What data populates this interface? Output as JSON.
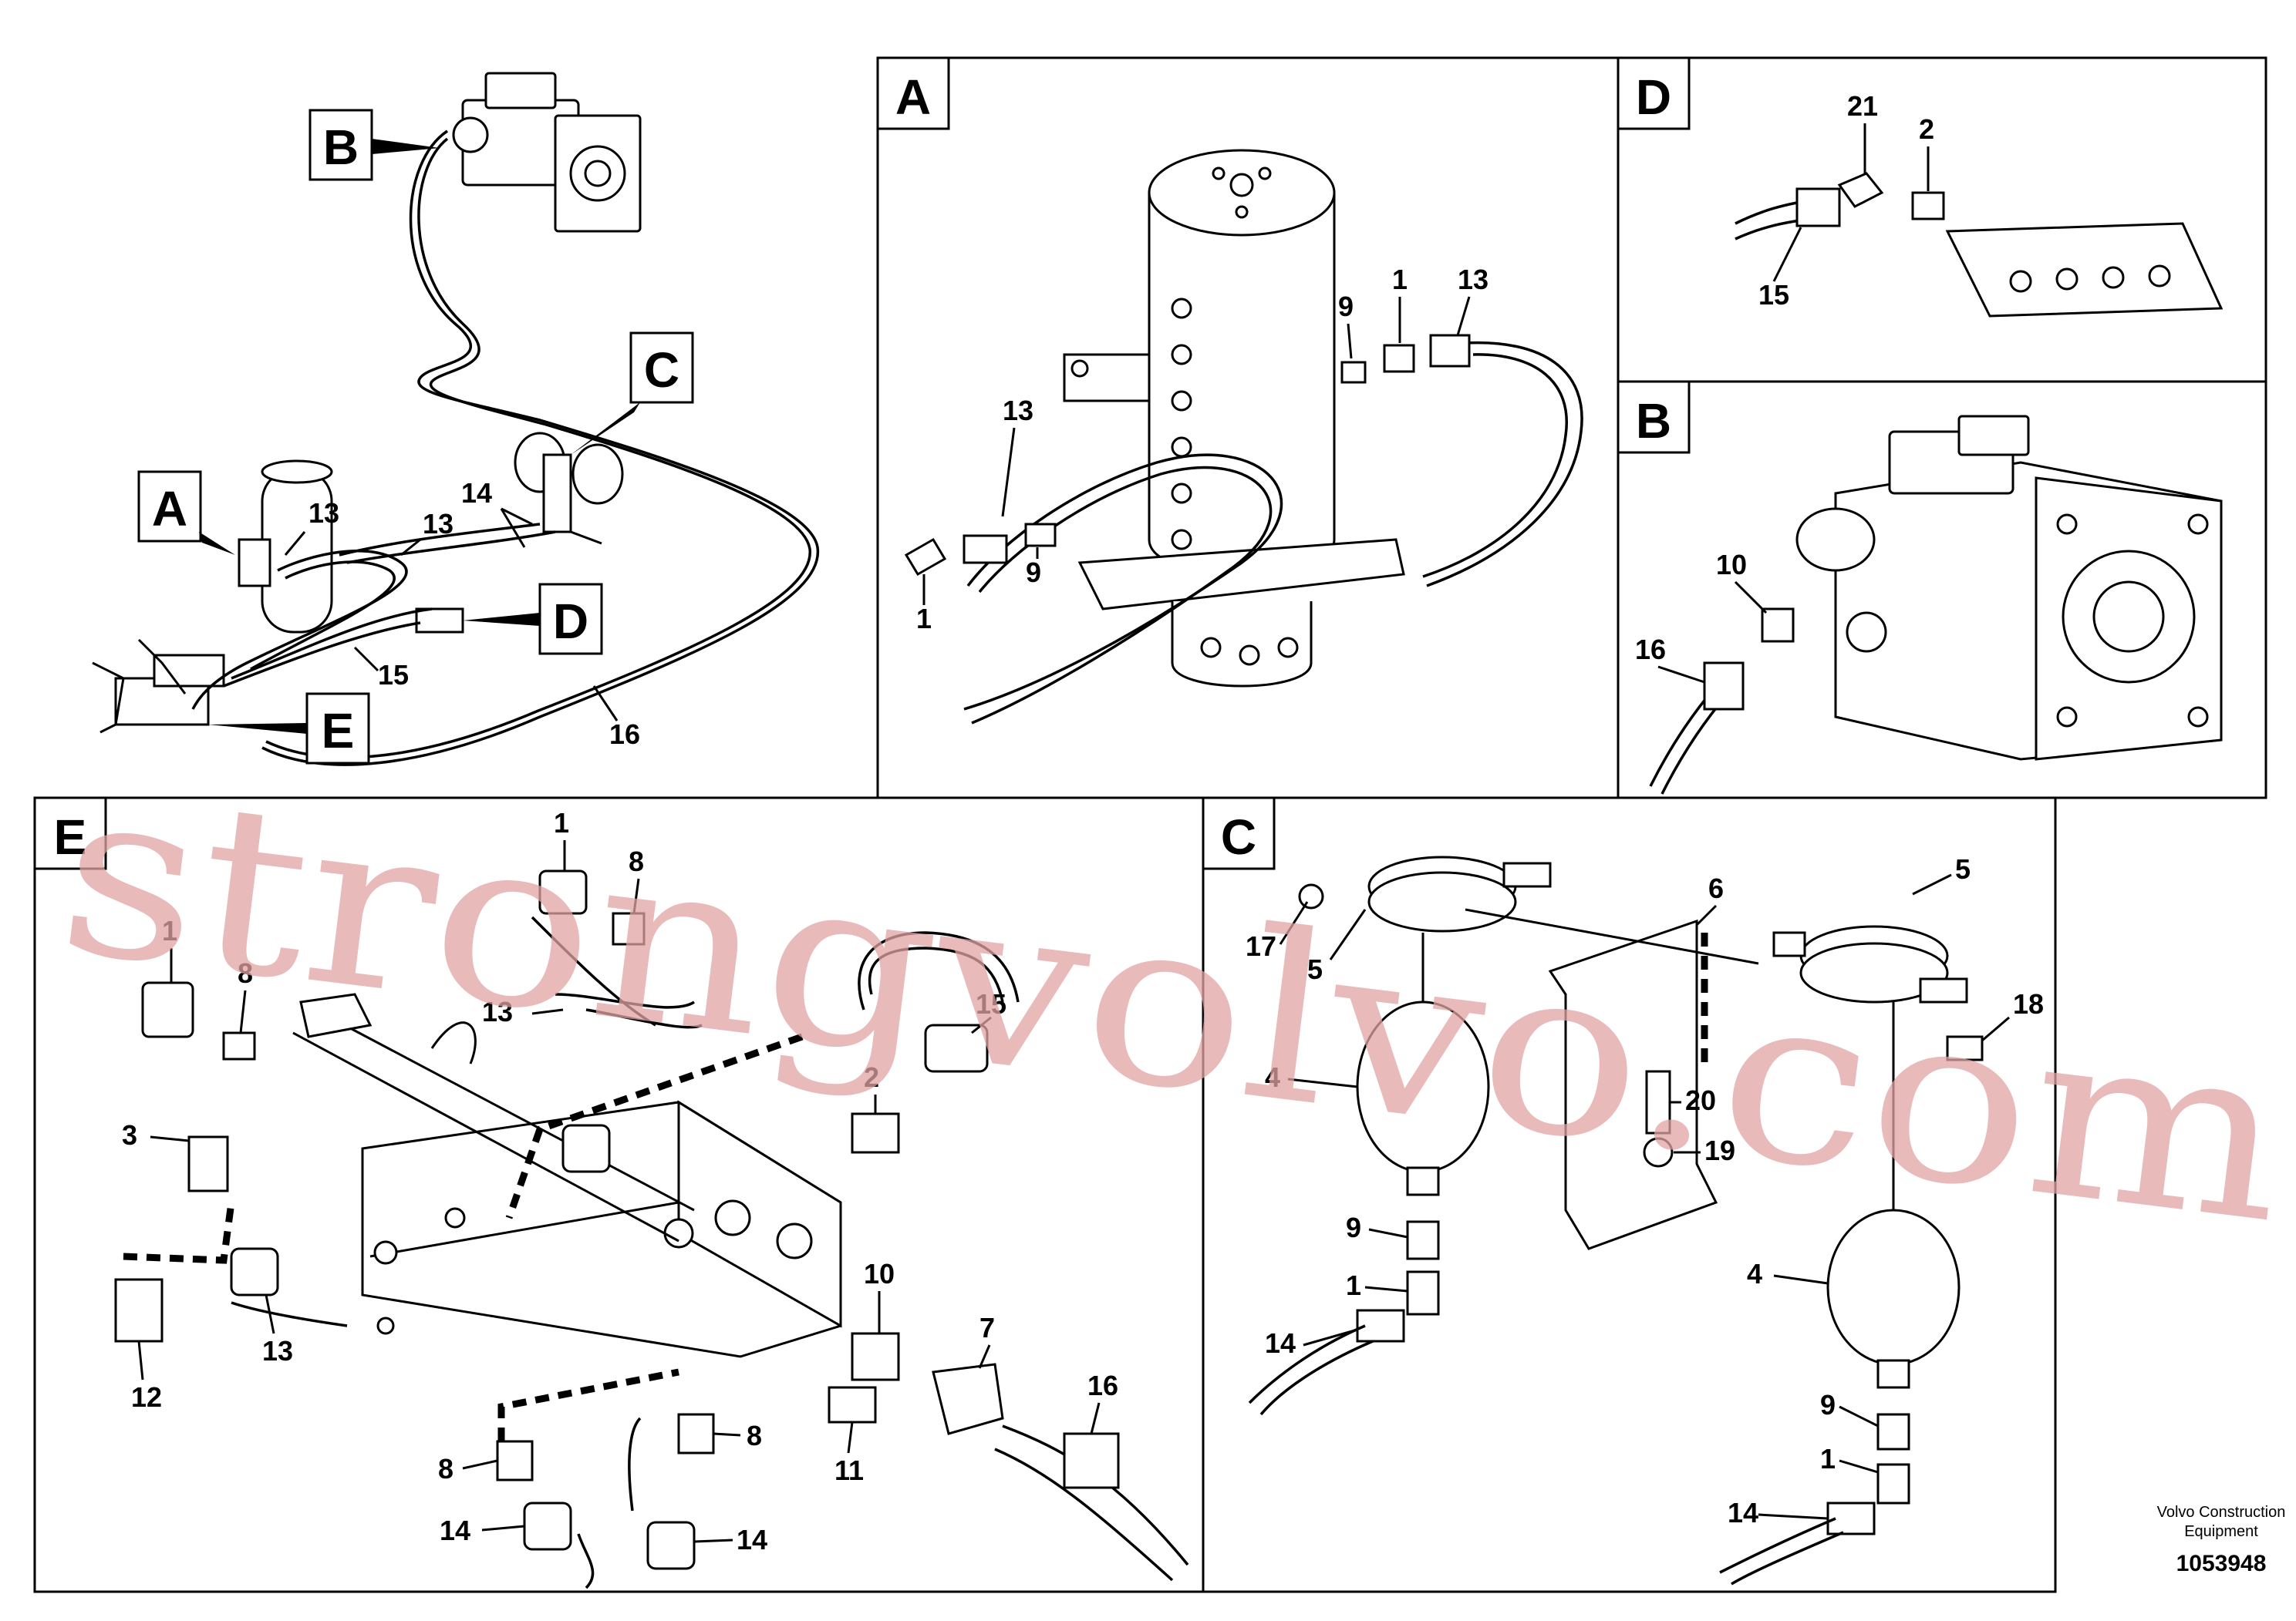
{
  "overview": {
    "callouts": [
      "A",
      "B",
      "C",
      "D",
      "E"
    ],
    "labels": [
      "13",
      "13",
      "14",
      "15",
      "16"
    ]
  },
  "panels": {
    "A": {
      "tag": "A",
      "labels": [
        "9",
        "1",
        "13",
        "13",
        "1",
        "9"
      ]
    },
    "B": {
      "tag": "B",
      "labels": [
        "10",
        "16"
      ]
    },
    "C": {
      "tag": "C",
      "labels": [
        "5",
        "6",
        "5",
        "17",
        "18",
        "4",
        "20",
        "19",
        "9",
        "1",
        "14",
        "4",
        "9",
        "1",
        "14"
      ]
    },
    "D": {
      "tag": "D",
      "labels": [
        "21",
        "2",
        "15"
      ]
    },
    "E": {
      "tag": "E",
      "labels": [
        "1",
        "8",
        "1",
        "8",
        "15",
        "13",
        "3",
        "2",
        "13",
        "12",
        "10",
        "7",
        "16",
        "11",
        "8",
        "8",
        "14",
        "14"
      ]
    }
  },
  "watermark": "strongvolvo.com",
  "footer": {
    "brand_line1": "Volvo Construction",
    "brand_line2": "Equipment",
    "doc_number": "1053948"
  }
}
